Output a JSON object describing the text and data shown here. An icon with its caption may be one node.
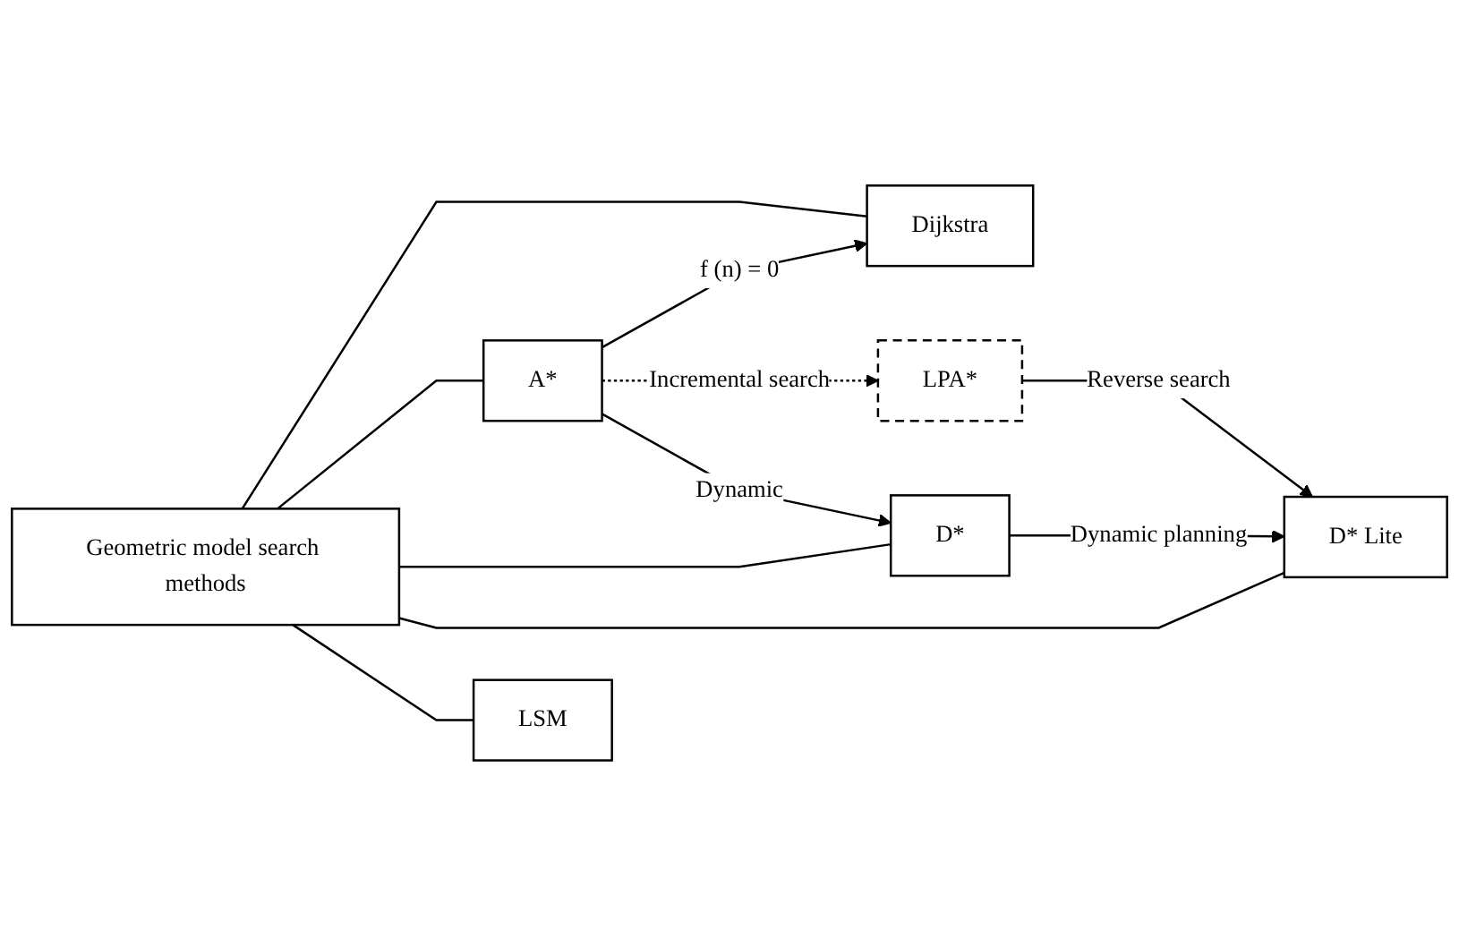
{
  "diagram": {
    "nodes": [
      {
        "text": [
          "Geometric model search methods"
        ]
      },
      {
        "text": [
          "Dijkstra"
        ]
      },
      {
        "text": [
          "A*"
        ]
      },
      {
        "text": [
          "LPA*"
        ]
      },
      {
        "text": [
          "D*"
        ]
      },
      {
        "text": [
          "D* Lite"
        ]
      },
      {
        "text": [
          "LSM"
        ]
      }
    ],
    "edges": [
      {
        "from": 0,
        "to": 1,
        "arrow": "none"
      },
      {
        "from": 0,
        "to": 2,
        "arrow": "none"
      },
      {
        "from": 0,
        "to": 4,
        "arrow": "none"
      },
      {
        "from": 0,
        "to": 5,
        "arrow": "none"
      },
      {
        "from": 0,
        "to": 6,
        "arrow": "none"
      },
      {
        "from": 2,
        "to": 1,
        "arrow": "to",
        "label": "f (n) = 0"
      },
      {
        "from": 2,
        "to": 3,
        "arrow": "to",
        "label": "Incremental search",
        "style": "dashed"
      },
      {
        "from": 2,
        "to": 4,
        "arrow": "to",
        "label": "Dynamic"
      },
      {
        "from": 3,
        "to": 5,
        "arrow": "to",
        "label": "Reverse search"
      },
      {
        "from": 4,
        "to": 5,
        "arrow": "to",
        "label": "Dynamic planning"
      }
    ]
  }
}
